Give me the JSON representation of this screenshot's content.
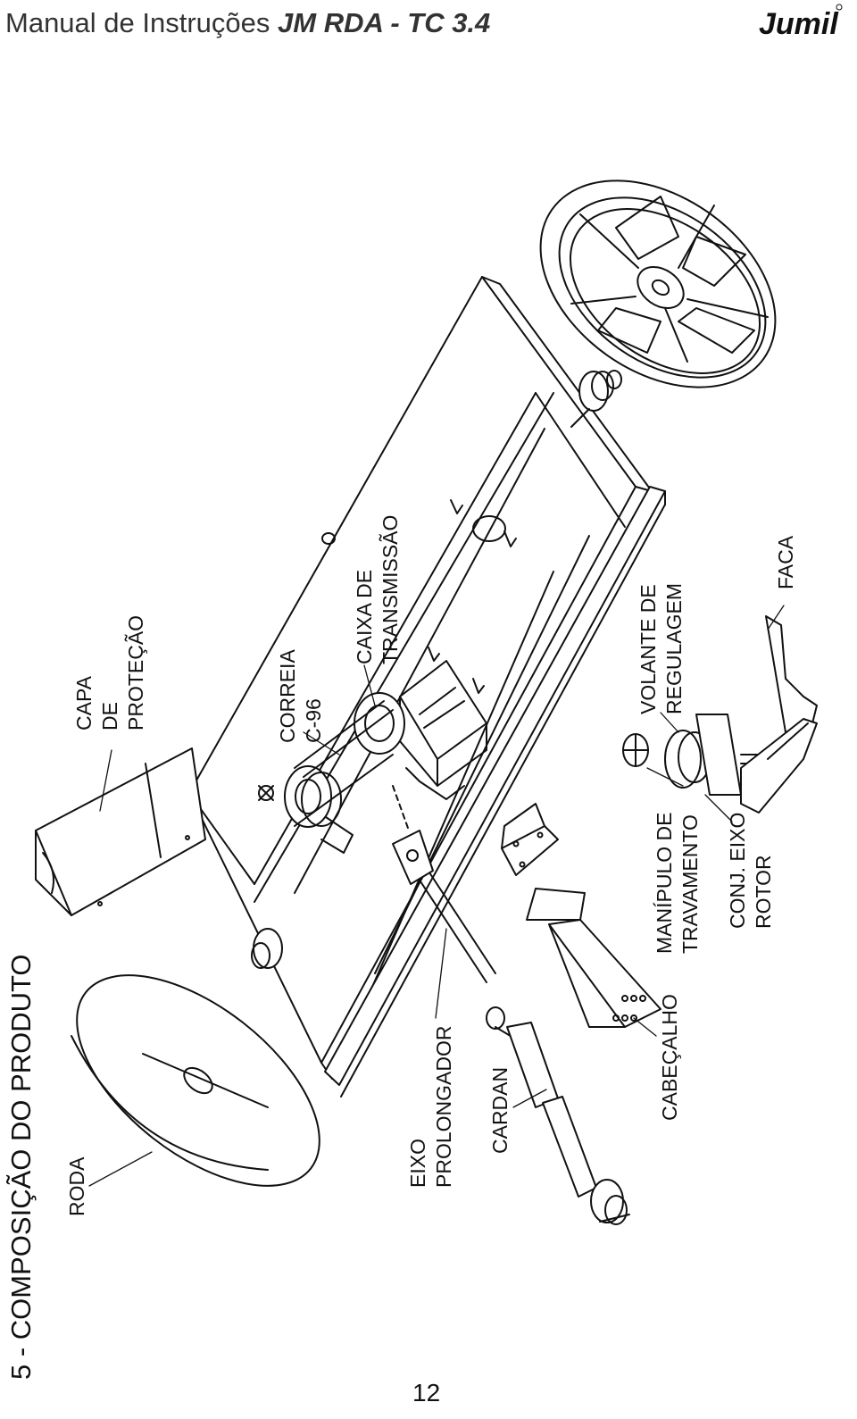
{
  "header": {
    "title_prefix": "Manual de Instruções ",
    "title_model": "JM RDA - TC 3.4",
    "brand": "Jumil"
  },
  "section": {
    "title": "5 - COMPOSIÇÃO DO PRODUTO"
  },
  "parts": {
    "roda": [
      "RODA"
    ],
    "capa": [
      "CAPA",
      "DE",
      "PROTEÇÃO"
    ],
    "correia": [
      "CORREIA",
      "C-96"
    ],
    "caixa": [
      "CAIXA DE",
      "TRANSMISSÃO"
    ],
    "eixo": [
      "EIXO",
      "PROLONGADOR"
    ],
    "cardan": [
      "CARDAN"
    ],
    "cabecalho": [
      "CABEÇALHO"
    ],
    "manipulo": [
      "MANÍPULO DE",
      "TRAVAMENTO"
    ],
    "conj": [
      "CONJ. EIXO",
      "ROTOR"
    ],
    "volante": [
      "VOLANTE DE",
      "REGULAGEM"
    ],
    "faca": [
      "FACA"
    ]
  },
  "page_number": "12"
}
